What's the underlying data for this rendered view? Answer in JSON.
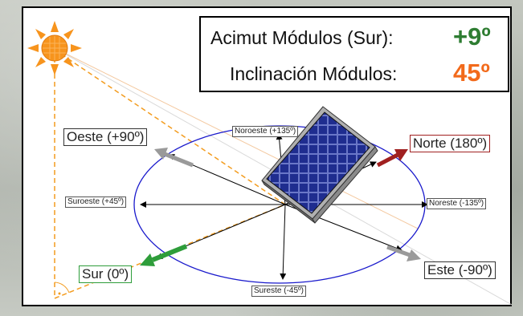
{
  "info": {
    "azimuth_label": "Acimut Módulos (Sur):",
    "azimuth_value": "+9º",
    "tilt_label": "Inclinación Módulos:",
    "tilt_value": "45º"
  },
  "directions": {
    "oeste": "Oeste (+90º)",
    "noroeste": "Noroeste (+135º)",
    "norte": "Norte (180º)",
    "suroeste": "Suroeste (+45º)",
    "noreste": "Noreste (-135º)",
    "sur": "Sur (0º)",
    "este": "Este (-90º)",
    "sureste": "Sureste (-45º)"
  },
  "icons": {
    "sun": "sun-icon",
    "panel": "solar-panel-icon"
  },
  "colors": {
    "azimuth_value": "#2e7d32",
    "tilt_value": "#f26a1b",
    "orbit": "#1a1acc",
    "sun": "#f39c1f",
    "arrow_north": "#a02020",
    "arrow_south": "#2e9d3a",
    "arrow_secondary": "#9a9a9a",
    "panel_cells": "#1e2c8c",
    "norte_border": "#a02020",
    "sur_border": "#2e9d3a"
  }
}
